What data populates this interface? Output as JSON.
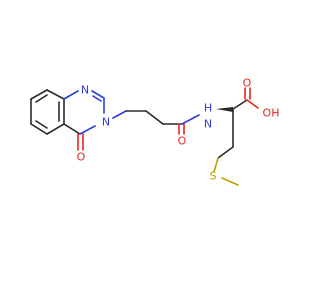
{
  "molecule": {
    "atoms": {
      "n_ring_top": "N",
      "n_ring_bottom": "N",
      "o_ketone": "O",
      "n_amide": "N",
      "h_amide": "H",
      "o_amide": "O",
      "o_acid_carbonyl": "O",
      "oh_acid": "OH",
      "s_thioether": "S"
    }
  },
  "colors": {
    "bond": "#2a2a2a",
    "nitrogen": "#2f3cd8",
    "oxygen": "#e8241c",
    "sulfur": "#b8a400"
  }
}
